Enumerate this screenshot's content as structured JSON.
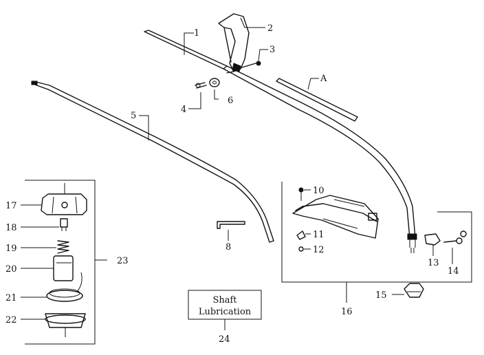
{
  "labels": {
    "p1": "1",
    "p2": "2",
    "p3": "3",
    "p4": "4",
    "p5": "5",
    "p6": "6",
    "pA": "A",
    "p8": "8",
    "p10": "10",
    "p11": "11",
    "p12": "12",
    "p13": "13",
    "p14": "14",
    "p15": "15",
    "p16": "16",
    "p17": "17",
    "p18": "18",
    "p19": "19",
    "p20": "20",
    "p21": "21",
    "p22": "22",
    "p23": "23",
    "p24": "24"
  },
  "lubrication_box": {
    "line1": "Shaft",
    "line2": "Lubrication"
  }
}
